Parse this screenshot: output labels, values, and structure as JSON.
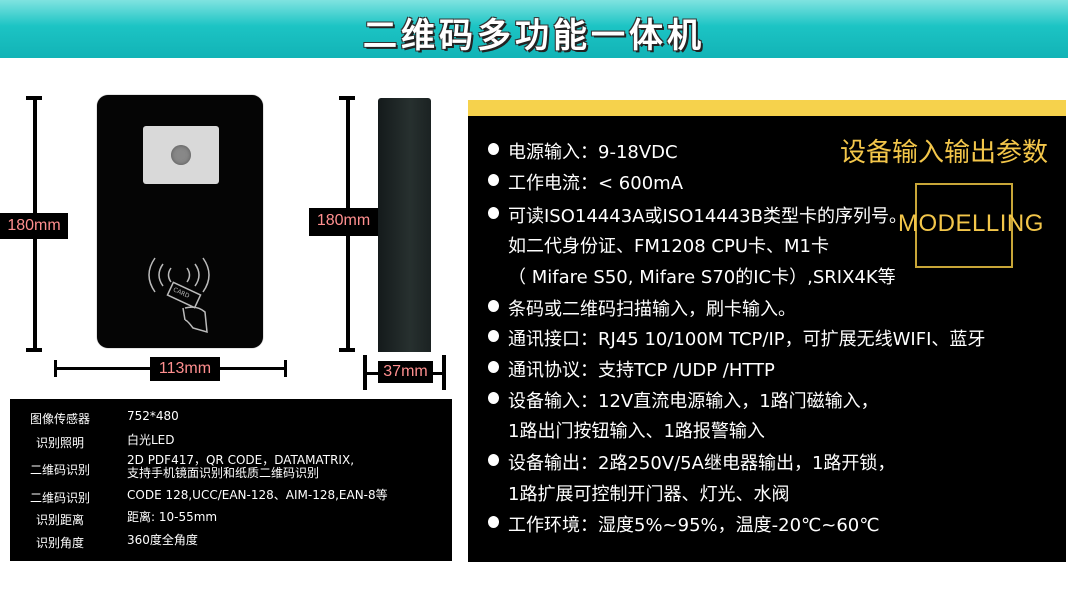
{
  "header": {
    "title": "二维码多功能一体机"
  },
  "dimensions": {
    "front_height": "180mm",
    "front_width": "113mm",
    "side_height": "180mm",
    "side_depth": "37mm"
  },
  "device": {
    "card_label": "CARD"
  },
  "specs_table": [
    {
      "label": "图像传感器",
      "value": "752*480"
    },
    {
      "label": "识别照明",
      "value": "白光LED"
    },
    {
      "label": "二维码识别",
      "value": "2D PDF417，QR CODE，DATAMATRIX,",
      "value2": "支持手机镜面识别和纸质二维码识别"
    },
    {
      "label": "二维码识别",
      "value": "CODE 128,UCC/EAN-128、AIM-128,EAN-8等"
    },
    {
      "label": "识别距离",
      "value": "距离: 10-55mm"
    },
    {
      "label": "识别角度",
      "value": "360度全角度"
    }
  ],
  "io_panel": {
    "title": "设备输入输出参数",
    "modelling": "MODELLING",
    "lines": [
      {
        "bullet": true,
        "text": "电源输入：9-18VDC"
      },
      {
        "bullet": true,
        "text": "工作电流：< 600mA"
      },
      {
        "bullet": true,
        "text": "可读ISO14443A或ISO14443B类型卡的序列号。"
      },
      {
        "bullet": false,
        "text": "如二代身份证、FM1208 CPU卡、M1卡"
      },
      {
        "bullet": false,
        "text": "（ Mifare S50, Mifare S70的IC卡）,SRIX4K等"
      },
      {
        "bullet": true,
        "text": "条码或二维码扫描输入，刷卡输入。"
      },
      {
        "bullet": true,
        "text": "通讯接口：RJ45 10/100M TCP/IP，可扩展无线WIFI、蓝牙"
      },
      {
        "bullet": true,
        "text": "通讯协议：支持TCP /UDP /HTTP"
      },
      {
        "bullet": true,
        "text": "设备输入：12V直流电源输入，1路门磁输入，"
      },
      {
        "bullet": false,
        "text": "1路出门按钮输入、1路报警输入"
      },
      {
        "bullet": true,
        "text": "设备输出：2路250V/5A继电器输出，1路开锁，"
      },
      {
        "bullet": false,
        "text": "1路扩展可控制开门器、灯光、水阀"
      },
      {
        "bullet": true,
        "text": "工作环境：湿度5%~95%，温度-20℃~60℃"
      }
    ]
  },
  "colors": {
    "header": "#1cc4c4",
    "accent_yellow": "#f6d24c",
    "gold": "#f3c64a",
    "dim_label": "#ff8f8f"
  }
}
